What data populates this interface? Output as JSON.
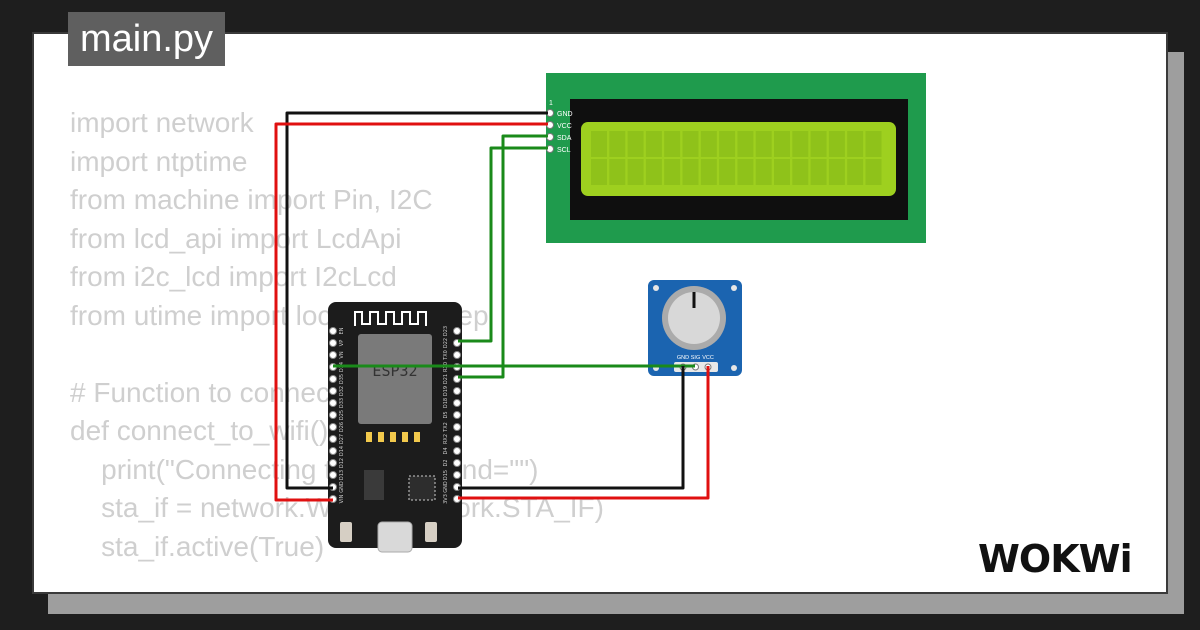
{
  "file": {
    "name": "main.py"
  },
  "code_lines": [
    "import network",
    "import ntptime",
    "from machine import Pin, I2C",
    "from lcd_api import LcdApi",
    "from i2c_lcd import I2cLcd",
    "from utime import localtime, sleep",
    "",
    "# Function to connect to Wi-Fi",
    "def connect_to_wifi():",
    "    print(\"Connecting to Wi-Fi\", end=\"\")",
    "    sta_if = network.WLAN(network.STA_IF)",
    "    sta_if.active(True)"
  ],
  "lcd": {
    "pin1_label": "1",
    "pins": [
      "GND",
      "VCC",
      "SDA",
      "SCL"
    ],
    "screen_color": "#9ed01f",
    "pcb_color": "#1f9b4d",
    "columns": 16,
    "rows": 2
  },
  "esp32": {
    "chip_label": "ESP32",
    "board_color": "#1c1c1c",
    "left_pins": [
      "EN",
      "VP",
      "VN",
      "D34",
      "D35",
      "D32",
      "D33",
      "D25",
      "D26",
      "D27",
      "D14",
      "D12",
      "D13",
      "GND",
      "VIN"
    ],
    "right_pins": [
      "D23",
      "D22",
      "TX0",
      "RX0",
      "D21",
      "D19",
      "D18",
      "D5",
      "TX2",
      "RX2",
      "D4",
      "D2",
      "D15",
      "GND",
      "3V3"
    ]
  },
  "potentiometer": {
    "pins": [
      "GND",
      "SIG",
      "VCC"
    ],
    "board_color": "#1b64b0"
  },
  "wires": {
    "gnd_color": "#111111",
    "vcc_color": "#e01010",
    "signal_color": "#1a8a1a"
  },
  "brand": {
    "logo": "WOKWi"
  }
}
